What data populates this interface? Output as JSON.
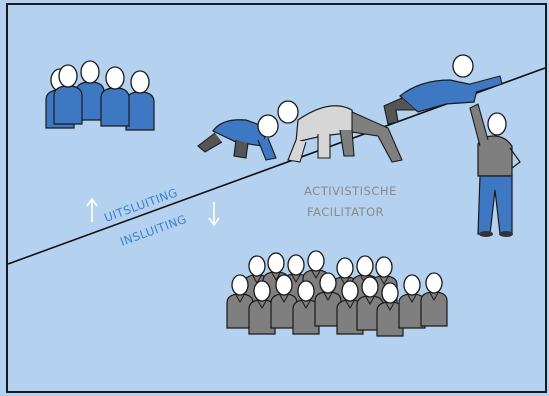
{
  "labels": {
    "exclusion": "UITSLUITING",
    "inclusion": "INSLUITING",
    "facilitator_line1": "ACTIVISTISCHE",
    "facilitator_line2": "FACILITATOR"
  },
  "colors": {
    "background": "#b4d1ef",
    "frame": "#1a1a1a",
    "figure_blue": "#3e78c3",
    "figure_blue_dark": "#2b5c9e",
    "figure_gray": "#7f7f7f",
    "figure_gray_dark": "#555555",
    "figure_light": "#d6d6d6",
    "label_blue": "#3b7fcf",
    "label_gray": "#8a8a8a"
  }
}
